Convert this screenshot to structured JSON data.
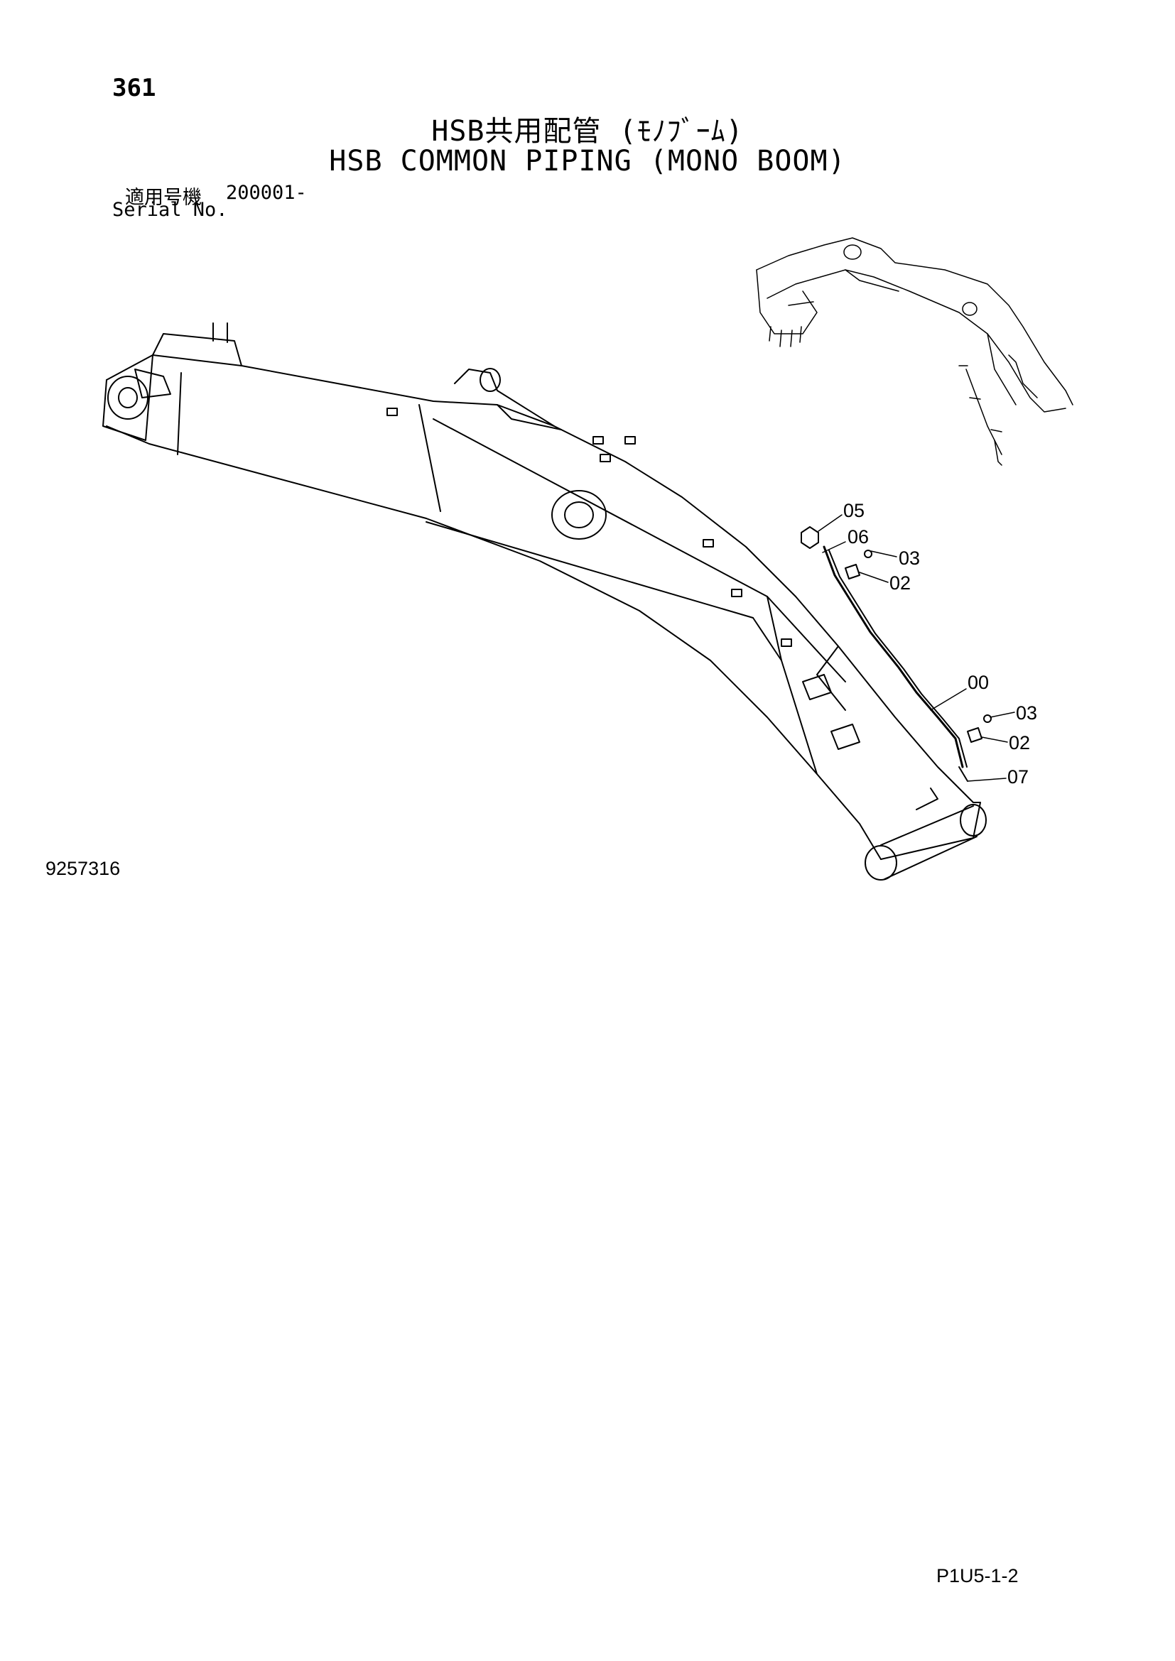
{
  "header": {
    "page_number": "361",
    "title_ja": "HSB共用配管 (ﾓﾉﾌﾞｰﾑ)",
    "title_en": "HSB COMMON PIPING (MONO BOOM)",
    "serial_label_ja": "適用号機",
    "serial_value": "200001-",
    "serial_label_en": "Serial No."
  },
  "diagram": {
    "callouts": {
      "c05": "05",
      "c06": "06",
      "c03a": "03",
      "c02a": "02",
      "c00": "00",
      "c03b": "03",
      "c02b": "02",
      "c07": "07"
    }
  },
  "footer": {
    "drawing_number": "9257316",
    "page_code": "P1U5-1-2"
  }
}
